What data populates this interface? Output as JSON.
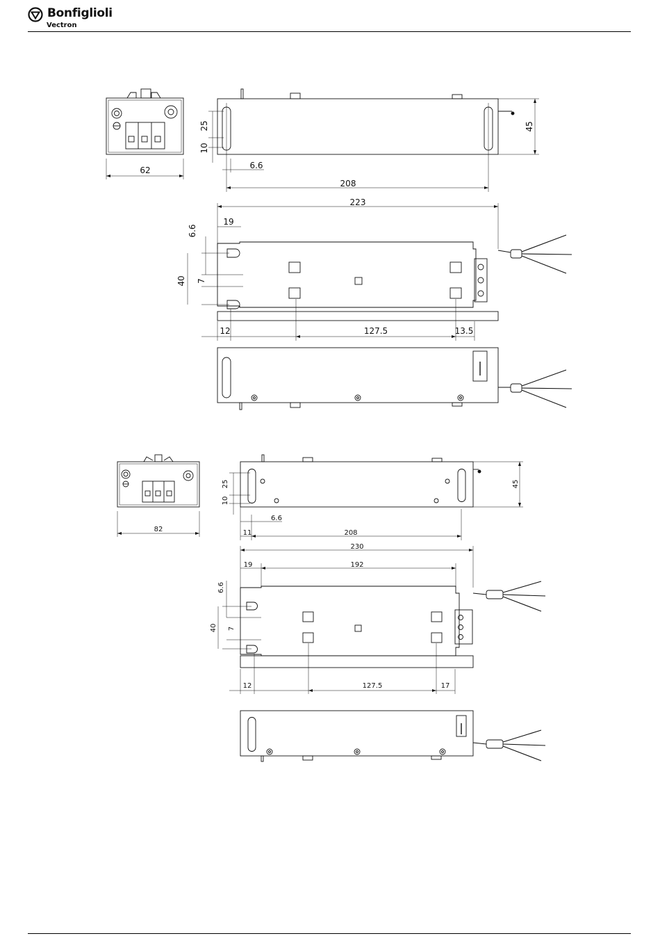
{
  "header": {
    "brand_name": "Bonfiglioli",
    "brand_sub": "Vectron"
  },
  "drawing_1": {
    "front_view": {
      "width": "62"
    },
    "top_view": {
      "dim_25": "25",
      "dim_10": "10",
      "dim_6_6": "6.6",
      "dim_208": "208",
      "dim_45": "45"
    },
    "side_view": {
      "dim_223": "223",
      "dim_19": "19",
      "dim_6_6": "6.6",
      "dim_40": "40",
      "dim_7": "7",
      "dim_12": "12",
      "dim_127_5": "127.5",
      "dim_13_5": "13.5"
    }
  },
  "drawing_2": {
    "front_view": {
      "width": "82"
    },
    "top_view": {
      "dim_25": "25",
      "dim_10": "10",
      "dim_6_6": "6.6",
      "dim_11": "11",
      "dim_208": "208",
      "dim_45": "45"
    },
    "side_view": {
      "dim_230": "230",
      "dim_19": "19",
      "dim_192": "192",
      "dim_6_6": "6.6",
      "dim_40": "40",
      "dim_7": "7",
      "dim_12": "12",
      "dim_127_5": "127.5",
      "dim_17": "17"
    }
  }
}
